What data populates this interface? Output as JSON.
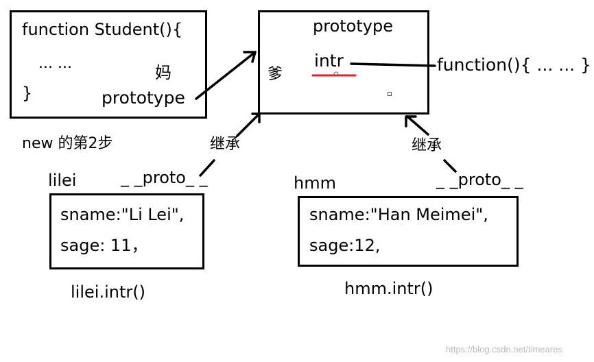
{
  "student_box": {
    "line1": "function Student(){",
    "line2": "... ...",
    "line3": "}",
    "mom_label": "妈",
    "prototype_label": "prototype"
  },
  "prototype_box": {
    "title": "prototype",
    "dad_label": "爹",
    "intr_label": "intr"
  },
  "function_label": "function(){ ... ... }",
  "new_step_label": "new 的第2步",
  "inherit_left": "继承",
  "inherit_right": "继承",
  "proto_left": "_ _proto_ _",
  "proto_right": "_ _proto_ _",
  "lilei": {
    "name": "lilei",
    "sname": "sname:\"Li Lei\",",
    "sage": "sage: 11，",
    "call": "lilei.intr()"
  },
  "hmm": {
    "name": "hmm",
    "sname": "sname:\"Han Meimei\",",
    "sage": "sage:12,",
    "call": "hmm.intr()"
  },
  "watermark": "https://blog.csdn.net/timeares",
  "colors": {
    "underline": "#e0202a",
    "stroke": "#000000"
  }
}
